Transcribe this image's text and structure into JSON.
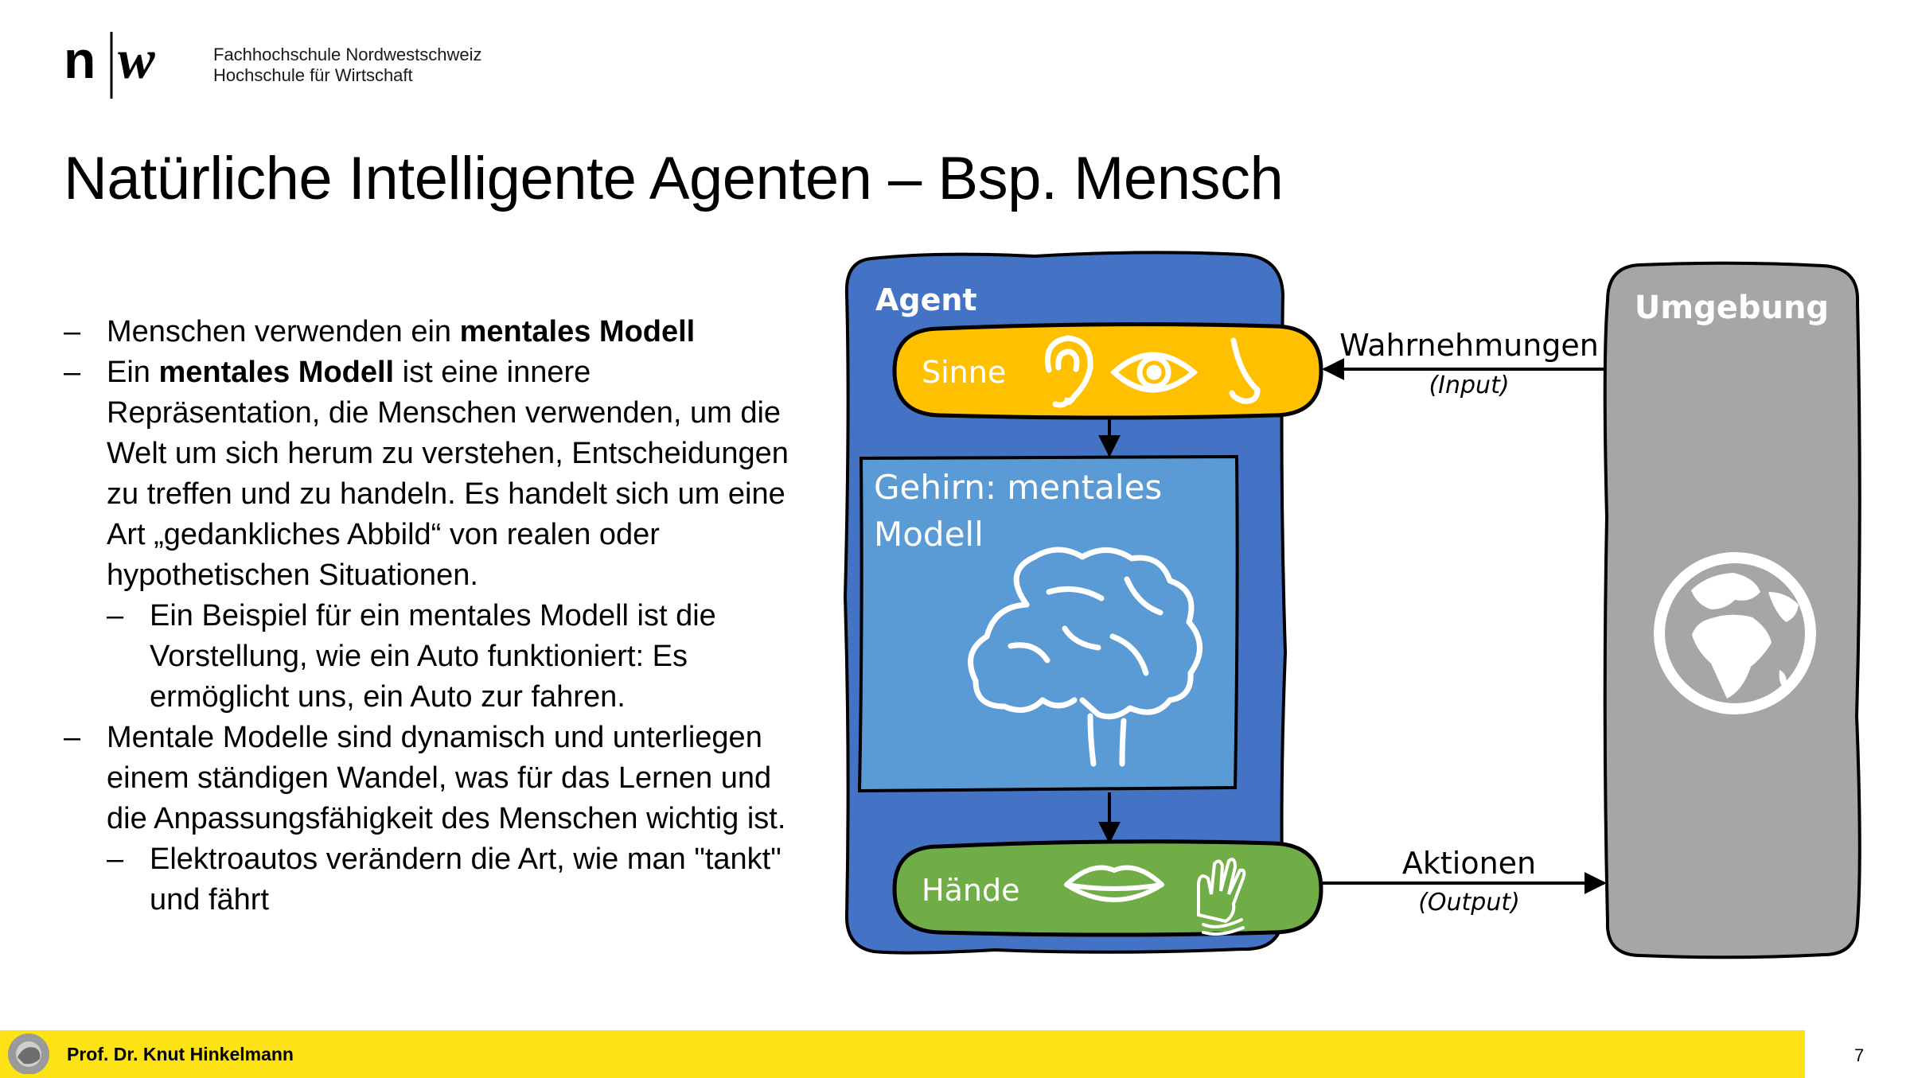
{
  "header": {
    "logo_text": "n|w",
    "institution_line1": "Fachhochschule Nordwestschweiz",
    "institution_line2": "Hochschule für Wirtschaft"
  },
  "slide": {
    "title": "Natürliche Intelligente Agenten – Bsp. Mensch",
    "page_number": "7"
  },
  "bullets": {
    "dash": "–",
    "b1_pre": "Menschen verwenden ein ",
    "b1_bold": "mentales Modell",
    "b2_pre": "Ein ",
    "b2_bold": "mentales Modell",
    "b2_post": " ist eine innere Repräsentation, die Menschen verwenden, um die Welt um sich herum zu verstehen, Entscheidungen zu treffen und zu handeln. Es handelt sich um eine Art „gedankliches Abbild“ von realen oder hypothetischen Situationen.",
    "b2_sub": "Ein Beispiel für ein mentales Modell ist die Vorstellung, wie ein Auto funktioniert: Es ermöglicht uns, ein Auto zur fahren.",
    "b3": "Mentale Modelle sind dynamisch und unterliegen einem ständigen Wandel, was für das Lernen und die Anpassungsfähigkeit des Menschen wichtig ist.",
    "b3_sub": "Elektroautos verändern die Art, wie man \"tankt\" und fährt"
  },
  "diagram": {
    "agent_label": "Agent",
    "environment_label": "Umgebung",
    "senses_label": "Sinne",
    "brain_label_line1": "Gehirn: mentales",
    "brain_label_line2": "Modell",
    "hands_label": "Hände",
    "perceptions_label": "Wahrnehmungen",
    "input_label": "(Input)",
    "actions_label": "Aktionen",
    "output_label": "(Output)",
    "icons": [
      "ear-icon",
      "eye-icon",
      "nose-icon",
      "brain-icon",
      "lips-icon",
      "sign-hand-icon",
      "globe-icon"
    ],
    "colors": {
      "agent": "#4472c4",
      "senses": "#ffc000",
      "brain": "#5b9bd5",
      "hands": "#70ad47",
      "environment": "#a6a6a6"
    }
  },
  "footer": {
    "author": "Prof. Dr. Knut Hinkelmann",
    "bar_color": "#fde316"
  }
}
